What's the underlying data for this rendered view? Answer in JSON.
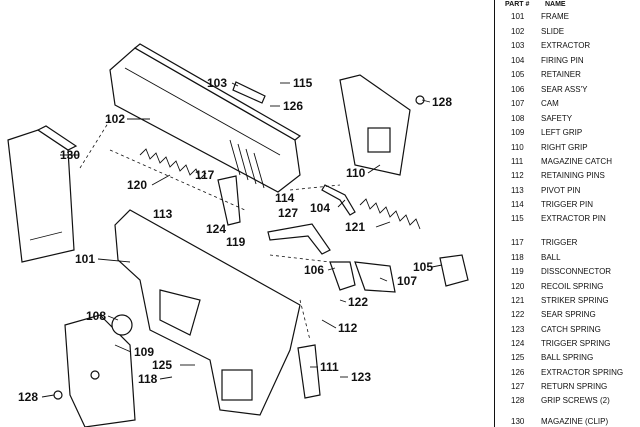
{
  "legend": {
    "header_part": "PART #",
    "header_name": "NAME",
    "rows": [
      {
        "part": "101",
        "name": "FRAME"
      },
      {
        "part": "102",
        "name": "SLIDE"
      },
      {
        "part": "103",
        "name": "EXTRACTOR"
      },
      {
        "part": "104",
        "name": "FIRING PIN"
      },
      {
        "part": "105",
        "name": "RETAINER"
      },
      {
        "part": "106",
        "name": "SEAR ASS'Y"
      },
      {
        "part": "107",
        "name": "CAM"
      },
      {
        "part": "108",
        "name": "SAFETY"
      },
      {
        "part": "109",
        "name": "LEFT GRIP"
      },
      {
        "part": "110",
        "name": "RIGHT GRIP"
      },
      {
        "part": "111",
        "name": "MAGAZINE CATCH"
      },
      {
        "part": "112",
        "name": "RETAINING PINS"
      },
      {
        "part": "113",
        "name": "PIVOT PIN"
      },
      {
        "part": "114",
        "name": "TRIGGER PIN"
      },
      {
        "part": "115",
        "name": "EXTRACTOR PIN"
      },
      {
        "part": "117",
        "name": "TRIGGER"
      },
      {
        "part": "118",
        "name": "BALL"
      },
      {
        "part": "119",
        "name": "DISSCONNECTOR"
      },
      {
        "part": "120",
        "name": "RECOIL SPRING"
      },
      {
        "part": "121",
        "name": "STRIKER SPRING"
      },
      {
        "part": "122",
        "name": "SEAR SPRING"
      },
      {
        "part": "123",
        "name": "CATCH SPRING"
      },
      {
        "part": "124",
        "name": "TRIGGER SPRING"
      },
      {
        "part": "125",
        "name": "BALL SPRING"
      },
      {
        "part": "126",
        "name": "EXTRACTOR SPRING"
      },
      {
        "part": "127",
        "name": "RETURN SPRING"
      },
      {
        "part": "128",
        "name": "GRIP SCREWS (2)"
      },
      {
        "part": "130",
        "name": "MAGAZINE (CLIP)"
      }
    ]
  },
  "callouts": {
    "c101": "101",
    "c102": "102",
    "c103": "103",
    "c104": "104",
    "c105": "105",
    "c106": "106",
    "c107": "107",
    "c108": "108",
    "c109": "109",
    "c110": "110",
    "c111": "111",
    "c112": "112",
    "c113": "113",
    "c114": "114",
    "c115": "115",
    "c117": "117",
    "c118": "118",
    "c119": "119",
    "c120": "120",
    "c121": "121",
    "c122": "122",
    "c123": "123",
    "c124": "124",
    "c125": "125",
    "c126": "126",
    "c127": "127",
    "c128a": "128",
    "c128b": "128",
    "c130": "130"
  }
}
